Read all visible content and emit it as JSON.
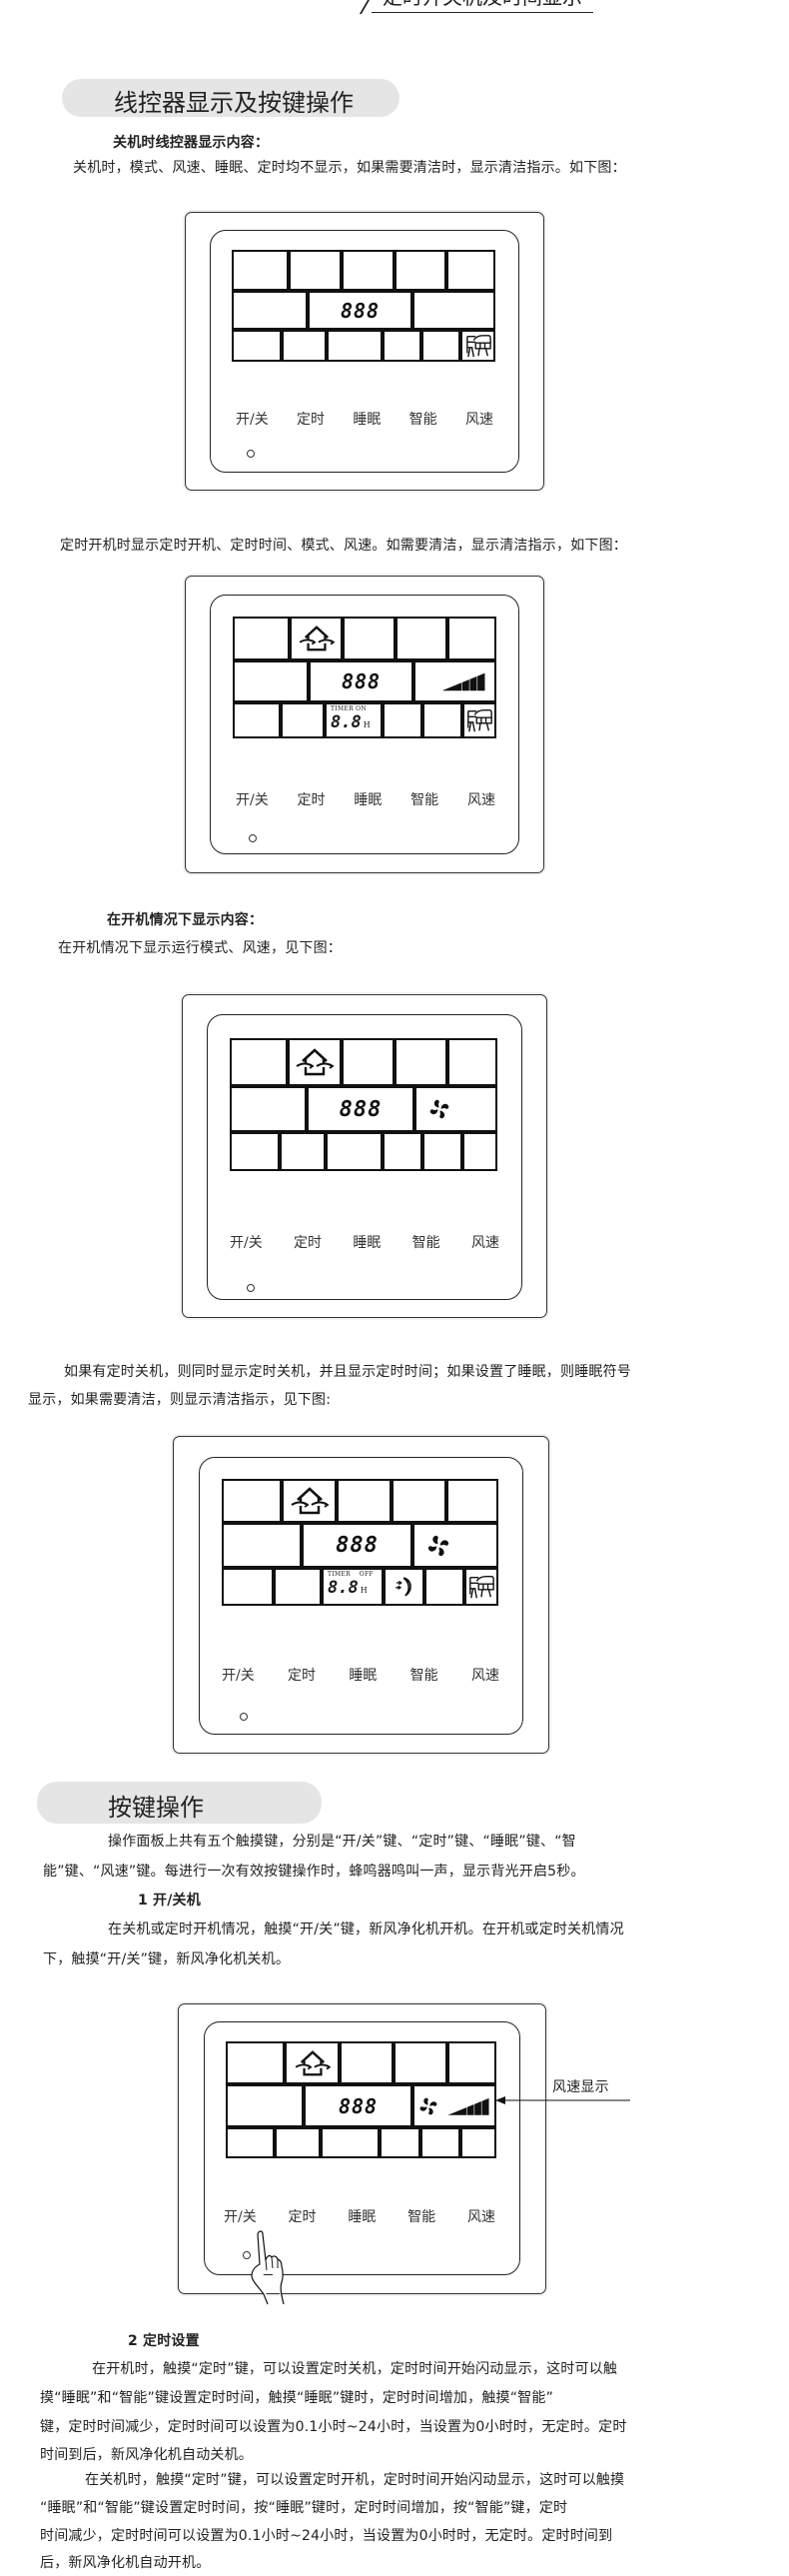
{
  "header": {
    "top_tab": "定时开关机及时间显示"
  },
  "section1": {
    "title": "线控器显示及按键操作",
    "off_heading": "关机时线控器显示内容：",
    "off_text": "关机时，模式、风速、睡眠、定时均不显示，如果需要清洁时，显示清洁指示。如下图：",
    "timer_on_text": "定时开机时显示定时开机、定时时间、模式、风速。如需要清洁，显示清洁指示，如下图：",
    "on_heading": "在开机情况下显示内容：",
    "on_text": "在开机情况下显示运行模式、风速，见下图：",
    "timer_off_text_1": "如果有定时关机，则同时显示定时关机，并且显示定时时间；如果设置了睡眠，则睡眠符号",
    "timer_off_text_2": "显示，如果需要清洁，则显示清洁指示，见下图:"
  },
  "section2": {
    "title": "按键操作",
    "intro_1": "操作面板上共有五个触摸键，分别是“开/关”键、“定时”键、“睡眠”键、“智",
    "intro_2": "能”键、“风速”键。每进行一次有效按键操作时，蜂鸣器鸣叫一声，显示背光开启5秒。",
    "sub1_title": "1 开/关机",
    "sub1_text_1": "在关机或定时开机情况，触摸“开/关”键，新风净化机开机。在开机或定时关机情况",
    "sub1_text_2": "下，触摸“开/关”键，新风净化机关机。",
    "callout_label": "风速显示",
    "sub2_title": "2 定时设置",
    "sub2_p1": [
      "在开机时，触摸“定时”键，可以设置定时关机，定时时间开始闪动显示，这时可以触",
      "摸“睡眠”和“智能”键设置定时时间，触摸“睡眠”键时，定时时间增加，触摸“智能”",
      "键，定时时间减少，定时时间可以设置为0.1小时~24小时，当设置为0小时时，无定时。定时",
      "时间到后，新风净化机自动关机。"
    ],
    "sub2_p2": [
      "在关机时，触摸“定时”键，可以设置定时开机，定时时间开始闪动显示，这时可以触摸",
      "“睡眠”和“智能”键设置定时时间，按“睡眠”键时，定时时间增加，按“智能”键，定时",
      "时间减少，定时时间可以设置为0.1小时~24小时，当设置为0小时时，无定时。定时时间到",
      "后，新风净化机自动开机。"
    ]
  },
  "panel": {
    "buttons": [
      "开/关",
      "定时",
      "睡眠",
      "智能",
      "风速"
    ],
    "digits": "888",
    "timer_digits": "8.8",
    "timer_unit": "H",
    "timer_on_label": "TIMER ON",
    "timer_off_label": "TIMER    OFF"
  },
  "panels": [
    {
      "id": "off",
      "icons": [
        "clean-indicator"
      ]
    },
    {
      "id": "timer-on",
      "icons": [
        "fresh-air-mode",
        "fan-speed-bars",
        "timer-on",
        "clean-indicator"
      ]
    },
    {
      "id": "running",
      "icons": [
        "fresh-air-mode",
        "fan"
      ]
    },
    {
      "id": "timer-off",
      "icons": [
        "fresh-air-mode",
        "fan",
        "timer-off",
        "sleep",
        "clean-indicator"
      ]
    },
    {
      "id": "power-key",
      "icons": [
        "fresh-air-mode",
        "fan",
        "fan-speed-bars",
        "hand-pointer"
      ]
    }
  ]
}
